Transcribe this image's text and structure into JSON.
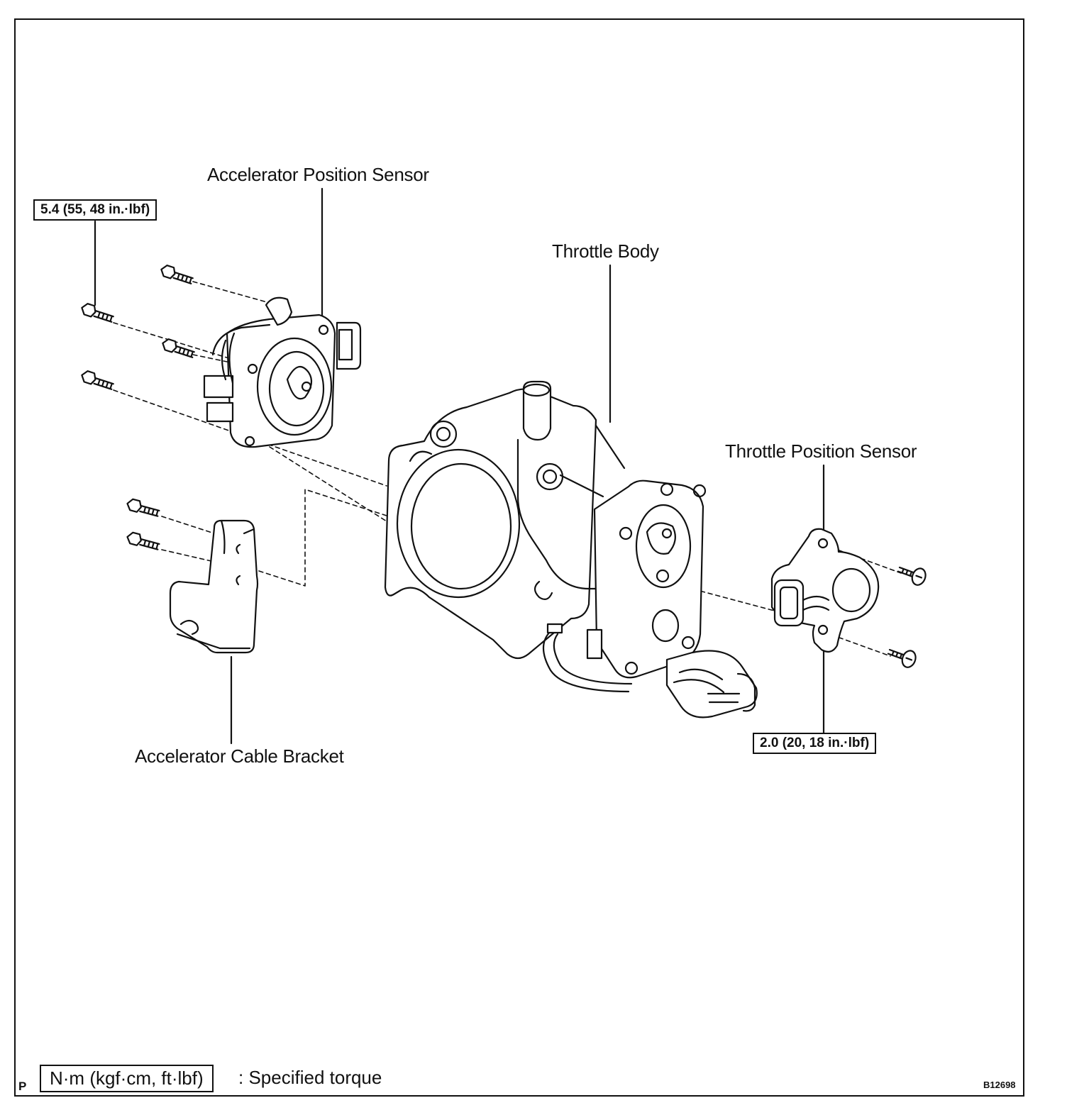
{
  "labels": {
    "accelerator_position_sensor": "Accelerator Position Sensor",
    "throttle_body": "Throttle Body",
    "throttle_position_sensor": "Throttle Position Sensor",
    "accelerator_cable_bracket": "Accelerator Cable Bracket"
  },
  "torque_specs": {
    "accelerator_sensor_bolts": "5.4 (55, 48 in.·lbf)",
    "throttle_sensor_screws": "2.0 (20, 18 in.·lbf)"
  },
  "legend": {
    "unit_box": "N·m (kgf·cm, ft·lbf)",
    "description": ": Specified torque",
    "corner_mark": "P"
  },
  "figure_code": "B12698"
}
